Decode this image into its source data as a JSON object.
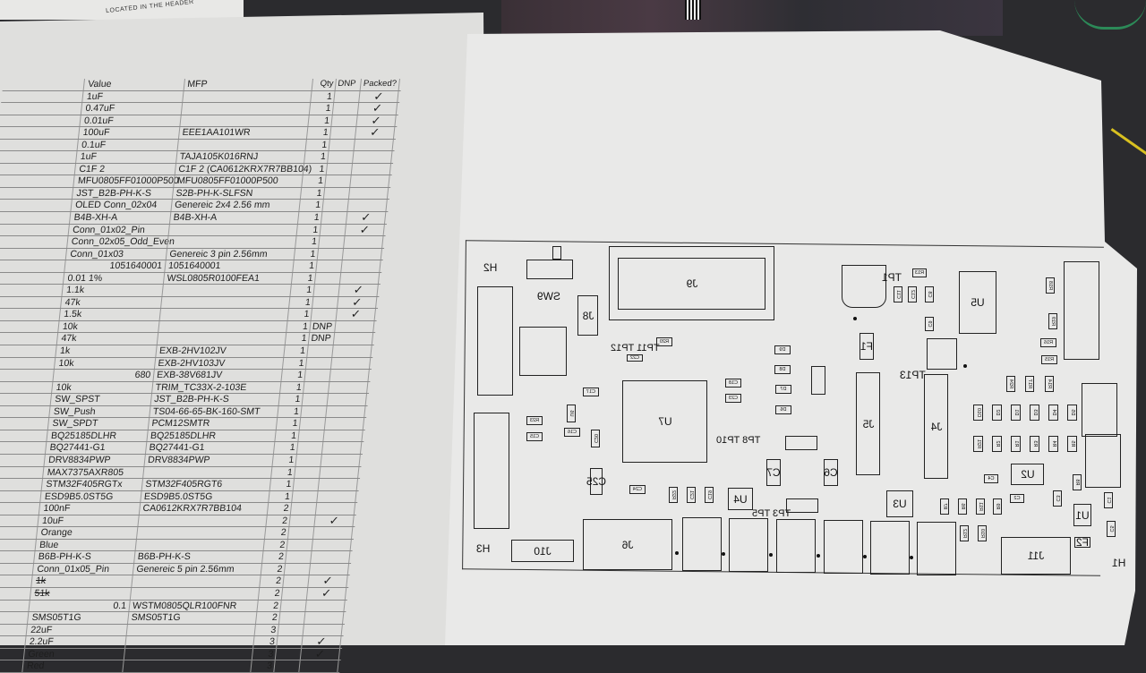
{
  "header_scrap": {
    "text": "LOCATED IN THE HEADER"
  },
  "bom": {
    "headers": {
      "value": "Value",
      "mfp": "MFP",
      "qty": "Qty",
      "dnp": "DNP",
      "packed": "Packed?"
    },
    "check_mark": "✓",
    "rows": [
      {
        "value": "1uF",
        "mfp": "",
        "qty": "1",
        "dnp": "",
        "packed": true
      },
      {
        "value": "0.47uF",
        "mfp": "",
        "qty": "1",
        "dnp": "",
        "packed": true
      },
      {
        "value": "0.01uF",
        "mfp": "",
        "qty": "1",
        "dnp": "",
        "packed": true
      },
      {
        "value": "100uF",
        "mfp": "EEE1AA101WR",
        "qty": "1",
        "dnp": "",
        "packed": true
      },
      {
        "value": "0.1uF",
        "mfp": "",
        "qty": "1",
        "dnp": "",
        "packed": false
      },
      {
        "value": "1uF",
        "mfp": "TAJA105K016RNJ",
        "qty": "1",
        "dnp": "",
        "packed": false
      },
      {
        "value": "C1F 2",
        "mfp": "C1F 2 (CA0612KRX7R7BB104)",
        "qty": "1",
        "dnp": "",
        "packed": false
      },
      {
        "value": "MFU0805FF01000P500",
        "mfp": "MFU0805FF01000P500",
        "qty": "1",
        "dnp": "",
        "packed": false
      },
      {
        "value": "JST_B2B-PH-K-S",
        "mfp": "S2B-PH-K-SLFSN",
        "qty": "1",
        "dnp": "",
        "packed": false
      },
      {
        "value": "OLED Conn_02x04",
        "mfp": "Genereic 2x4 2.56 mm",
        "qty": "1",
        "dnp": "",
        "packed": false
      },
      {
        "value": "B4B-XH-A",
        "mfp": "B4B-XH-A",
        "qty": "1",
        "dnp": "",
        "packed": true
      },
      {
        "value": "Conn_01x02_Pin",
        "mfp": "",
        "qty": "1",
        "dnp": "",
        "packed": true
      },
      {
        "value": "Conn_02x05_Odd_Even",
        "mfp": "",
        "qty": "1",
        "dnp": "",
        "packed": false
      },
      {
        "value": "Conn_01x03",
        "mfp": "Genereic 3 pin 2.56mm",
        "qty": "1",
        "dnp": "",
        "packed": false
      },
      {
        "value": "1051640001",
        "mfp": "1051640001",
        "qty": "1",
        "dnp": "",
        "packed": false
      },
      {
        "value": "0.01 1%",
        "mfp": "WSL0805R0100FEA1",
        "qty": "1",
        "dnp": "",
        "packed": false
      },
      {
        "value": "1.1k",
        "mfp": "",
        "qty": "1",
        "dnp": "",
        "packed": true
      },
      {
        "value": "47k",
        "mfp": "",
        "qty": "1",
        "dnp": "",
        "packed": true
      },
      {
        "value": "1.5k",
        "mfp": "",
        "qty": "1",
        "dnp": "",
        "packed": true
      },
      {
        "value": "10k",
        "mfp": "",
        "qty": "1",
        "dnp": "DNP",
        "packed": false
      },
      {
        "value": "47k",
        "mfp": "",
        "qty": "1",
        "dnp": "DNP",
        "packed": false
      },
      {
        "value": "1k",
        "mfp": "EXB-2HV102JV",
        "qty": "1",
        "dnp": "",
        "packed": false
      },
      {
        "value": "10k",
        "mfp": "EXB-2HV103JV",
        "qty": "1",
        "dnp": "",
        "packed": false
      },
      {
        "value": "680",
        "mfp": "EXB-38V681JV",
        "qty": "1",
        "dnp": "",
        "packed": false
      },
      {
        "value": "10k",
        "mfp": "TRIM_TC33X-2-103E",
        "qty": "1",
        "dnp": "",
        "packed": false
      },
      {
        "value": "SW_SPST",
        "mfp": "JST_B2B-PH-K-S",
        "qty": "1",
        "dnp": "",
        "packed": false
      },
      {
        "value": "SW_Push",
        "mfp": "TS04-66-65-BK-160-SMT",
        "qty": "1",
        "dnp": "",
        "packed": false
      },
      {
        "value": "SW_SPDT",
        "mfp": "PCM12SMTR",
        "qty": "1",
        "dnp": "",
        "packed": false
      },
      {
        "value": "BQ25185DLHR",
        "mfp": "BQ25185DLHR",
        "qty": "1",
        "dnp": "",
        "packed": false
      },
      {
        "value": "BQ27441-G1",
        "mfp": "BQ27441-G1",
        "qty": "1",
        "dnp": "",
        "packed": false
      },
      {
        "value": "DRV8834PWP",
        "mfp": "DRV8834PWP",
        "qty": "1",
        "dnp": "",
        "packed": false
      },
      {
        "value": "MAX7375AXR805",
        "mfp": "",
        "qty": "1",
        "dnp": "",
        "packed": false,
        "arrow": "→"
      },
      {
        "value": "STM32F405RGTx",
        "mfp": "STM32F405RGT6",
        "qty": "1",
        "dnp": "",
        "packed": false
      },
      {
        "value": "ESD9B5.0ST5G",
        "mfp": "ESD9B5.0ST5G",
        "qty": "1",
        "dnp": "",
        "packed": false
      },
      {
        "value": "100nF",
        "mfp": "CA0612KRX7R7BB104",
        "qty": "2",
        "dnp": "",
        "packed": false
      },
      {
        "value": "10uF",
        "mfp": "",
        "qty": "2",
        "dnp": "",
        "packed": true
      },
      {
        "value": "Orange",
        "mfp": "",
        "qty": "2",
        "dnp": "",
        "packed": false
      },
      {
        "value": "Blue",
        "mfp": "",
        "qty": "2",
        "dnp": "",
        "packed": false
      },
      {
        "value": "B6B-PH-K-S",
        "mfp": "B6B-PH-K-S",
        "qty": "2",
        "dnp": "",
        "packed": false
      },
      {
        "value": "Conn_01x05_Pin",
        "mfp": "Genereic 5 pin 2.56mm",
        "qty": "2",
        "dnp": "",
        "packed": false
      },
      {
        "value": "1k",
        "mfp": "",
        "qty": "2",
        "dnp": "",
        "packed": true,
        "struck": true
      },
      {
        "value": "51k",
        "mfp": "",
        "qty": "2",
        "dnp": "",
        "packed": true,
        "struck": true
      },
      {
        "value": "0.1",
        "mfp": "WSTM0805QLR100FNR",
        "qty": "2",
        "dnp": "",
        "packed": false
      },
      {
        "value": "SMS05T1G",
        "mfp": "SMS05T1G",
        "qty": "2",
        "dnp": "",
        "packed": false
      },
      {
        "value": "22uF",
        "mfp": "",
        "qty": "3",
        "dnp": "",
        "packed": false
      },
      {
        "value": "2.2uF",
        "mfp": "",
        "qty": "3",
        "dnp": "",
        "packed": true
      },
      {
        "value": "Green",
        "mfp": "",
        "qty": "3",
        "dnp": "",
        "packed": true
      },
      {
        "value": "Red",
        "mfp": "",
        "qty": "3",
        "dnp": "",
        "packed": false
      }
    ]
  },
  "pcb": {
    "labels": [
      "H2",
      "SW9",
      "J9",
      "J8",
      "TP11 TP12",
      "U7",
      "TP8 TP10",
      "C25",
      "J6",
      "J10",
      "H3",
      "U4",
      "TP3 TP5",
      "C7",
      "C6",
      "U3",
      "TP1",
      "U5",
      "F1",
      "TP13",
      "J5",
      "J4",
      "U2",
      "U1",
      "F2",
      "J11",
      "H1"
    ],
    "parts": [
      "R20",
      "C22",
      "C17",
      "R23",
      "C15",
      "U6",
      "C16",
      "C20",
      "C24",
      "R22",
      "C21",
      "C19",
      "C18",
      "C23",
      "D9",
      "D8",
      "D7",
      "D6",
      "R13",
      "C11",
      "C12",
      "C8",
      "C9",
      "R18",
      "R19",
      "R16",
      "R15",
      "R24",
      "R17",
      "R14",
      "D10",
      "D2",
      "D1",
      "D3",
      "D4",
      "D5",
      "R21",
      "R2",
      "R1",
      "R3",
      "R4",
      "R5",
      "C4",
      "C2",
      "C3",
      "R8",
      "C1",
      "C5",
      "R7",
      "R6",
      "R11",
      "R9",
      "R12",
      "R10"
    ]
  }
}
